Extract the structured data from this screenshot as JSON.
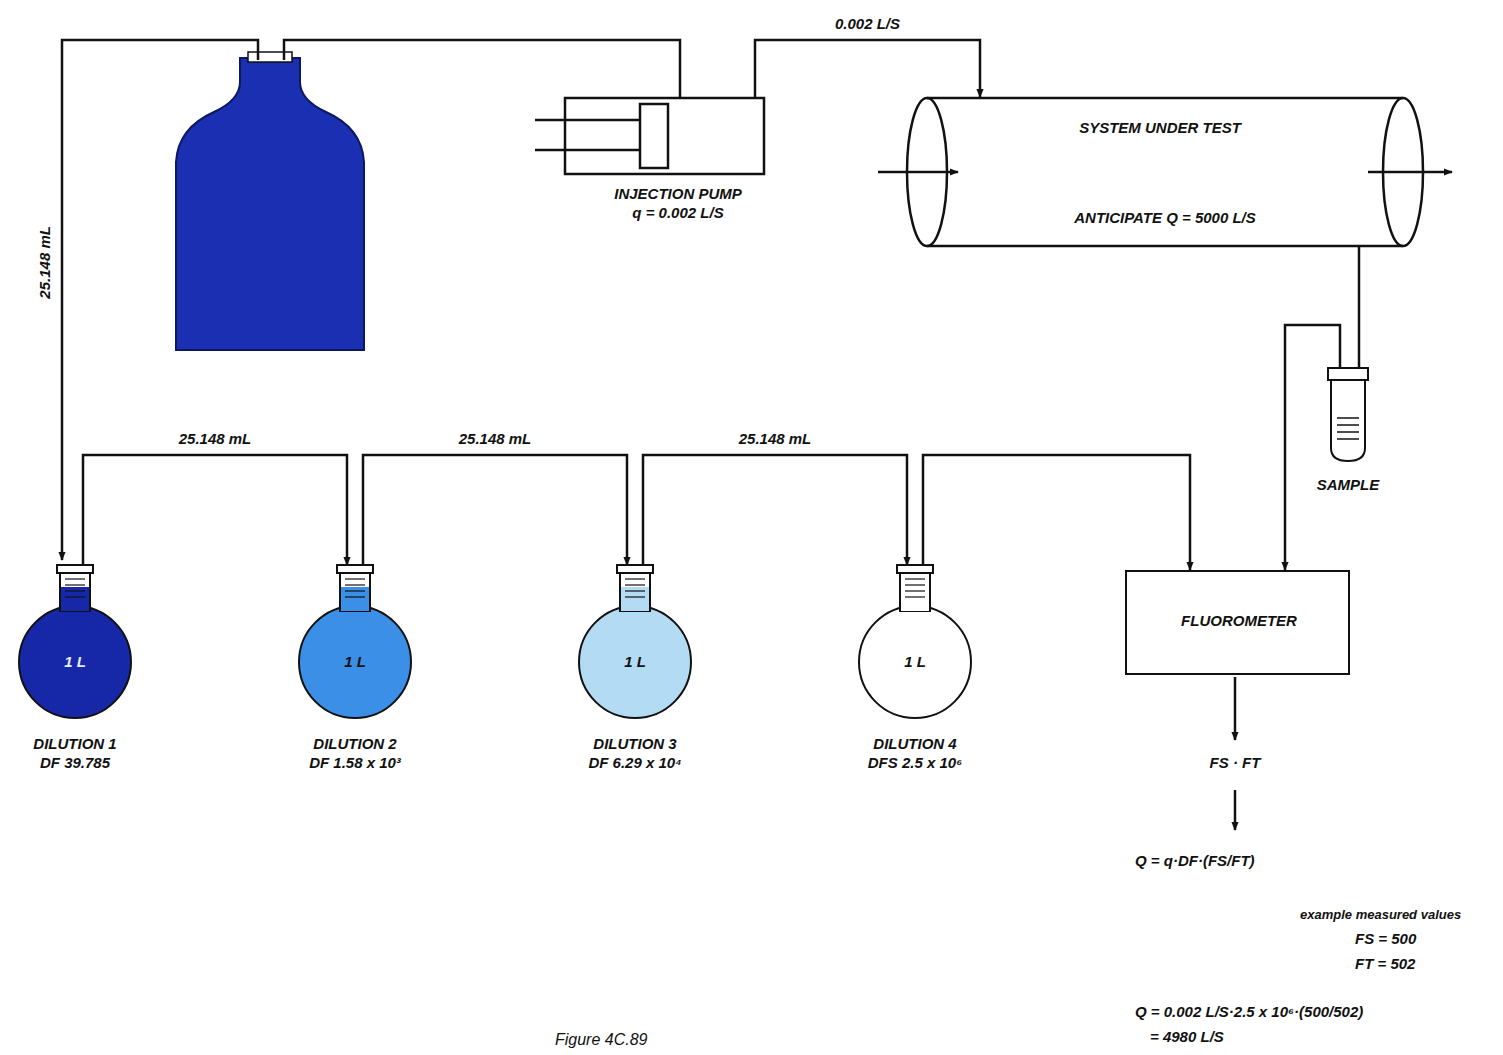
{
  "diagram": {
    "caption": "Figure 4C.89",
    "nodes": [
      {
        "text": [
          "INJECTION PUMP q = 0.002 L/S"
        ]
      },
      {
        "text": [
          "SYSTEM UNDER TEST",
          "ANTICIPATE Q = 5000 L/S"
        ]
      },
      {
        "text": [
          "SAMPLE"
        ]
      },
      {
        "text": [
          "1 L",
          "DILUTION 1 DF 39.785"
        ]
      },
      {
        "text": [
          "1 L",
          "DILUTION 2 DF 1.58 x 10³"
        ]
      },
      {
        "text": [
          "1 L",
          "DILUTION 3 DF 6.29 x 10⁴"
        ]
      },
      {
        "text": [
          "1 L",
          "DILUTION 4 DFS 2.5 x 10⁶"
        ]
      },
      {
        "text": [
          "FLUOROMETER"
        ]
      }
    ],
    "edges": [
      {
        "from": 0,
        "to": 1,
        "label": "0.002 L/S",
        "arrow": "to"
      },
      {
        "from": 1,
        "to": 2,
        "arrow": "none"
      },
      {
        "from": 2,
        "to": 7,
        "arrow": "to"
      },
      {
        "from": 3,
        "to": 4,
        "label": "25.148 mL",
        "arrow": "to"
      },
      {
        "from": 4,
        "to": 5,
        "label": "25.148 mL",
        "arrow": "to"
      },
      {
        "from": 5,
        "to": 6,
        "label": "25.148 mL",
        "arrow": "to"
      },
      {
        "from": 6,
        "to": 7,
        "arrow": "to"
      }
    ],
    "labels": [
      "25.148 mL",
      "FS · FT",
      "Q = q·DF·(FS/FT)",
      "example measured values",
      "FS = 500",
      "FT = 502",
      "Q = 0.002 L/S·2.5 x 10⁶·(500/502)",
      "= 4980 L/S"
    ]
  }
}
